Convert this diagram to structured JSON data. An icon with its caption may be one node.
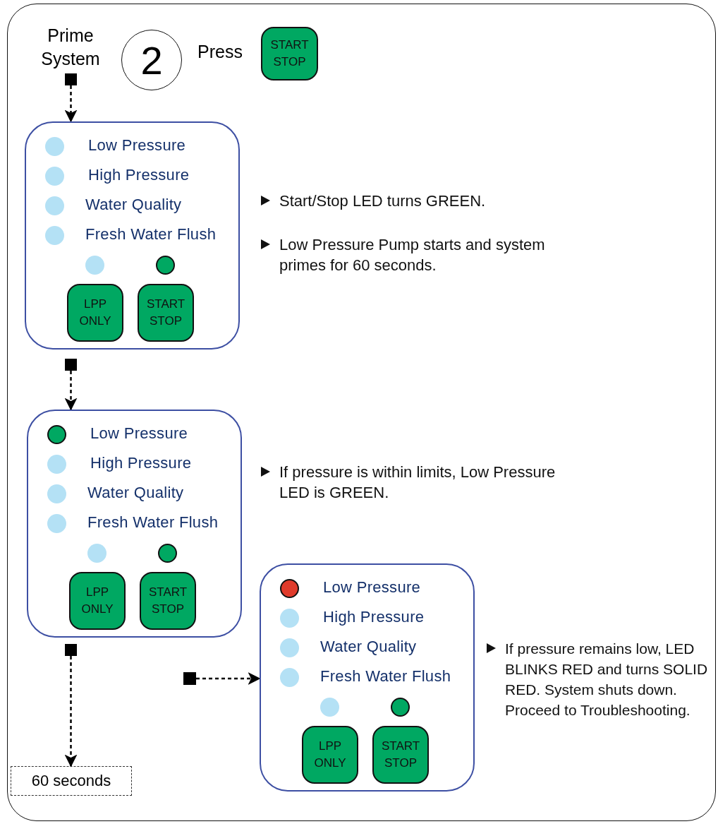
{
  "diagram": {
    "nodes": [
      {
        "text": [
          "2"
        ]
      },
      {
        "text": [
          "START STOP"
        ]
      },
      {
        "text": [],
        "shape": "box"
      },
      {
        "text": [
          "Low Pressure",
          "High Pressure",
          "Water Quality",
          "Fresh Water Flush"
        ],
        "beside": [
          "Start/Stop LED turns GREEN.",
          "Low Pressure Pump starts and system primes for 60 seconds."
        ]
      },
      {
        "text": [
          "LPP ONLY"
        ],
        "in": 3
      },
      {
        "text": [
          "START STOP"
        ],
        "in": 3
      },
      {
        "text": [],
        "shape": "box"
      },
      {
        "text": [
          "Low Pressure",
          "High Pressure",
          "Water Quality",
          "Fresh Water Flush"
        ],
        "beside": [
          "If pressure is within limits, Low Pressure LED is GREEN."
        ]
      },
      {
        "text": [
          "LPP ONLY"
        ],
        "in": 7
      },
      {
        "text": [
          "START STOP"
        ],
        "in": 7
      },
      {
        "text": [],
        "shape": "box"
      },
      {
        "text": [
          "60 seconds"
        ]
      },
      {
        "text": [],
        "shape": "box"
      },
      {
        "text": [
          "Low Pressure",
          "High Pressure",
          "Water Quality",
          "Fresh Water Flush"
        ],
        "beside": [
          "If pressure remains low, LED BLINKS RED and turns SOLID RED. System shuts down. Proceed to Troubleshooting."
        ]
      },
      {
        "text": [
          "LPP ONLY"
        ],
        "in": 13
      },
      {
        "text": [
          "START STOP"
        ],
        "in": 13
      }
    ],
    "edges": [
      {
        "from": 2,
        "to": 3,
        "arrow": "to",
        "style": "dashed"
      },
      {
        "from": 6,
        "to": 7,
        "arrow": "to",
        "style": "dashed"
      },
      {
        "from": 10,
        "to": 11,
        "arrow": "to",
        "style": "dashed"
      },
      {
        "from": 12,
        "to": 13,
        "arrow": "to",
        "style": "dashed"
      }
    ],
    "labels": [
      "Prime System",
      "Press"
    ]
  }
}
